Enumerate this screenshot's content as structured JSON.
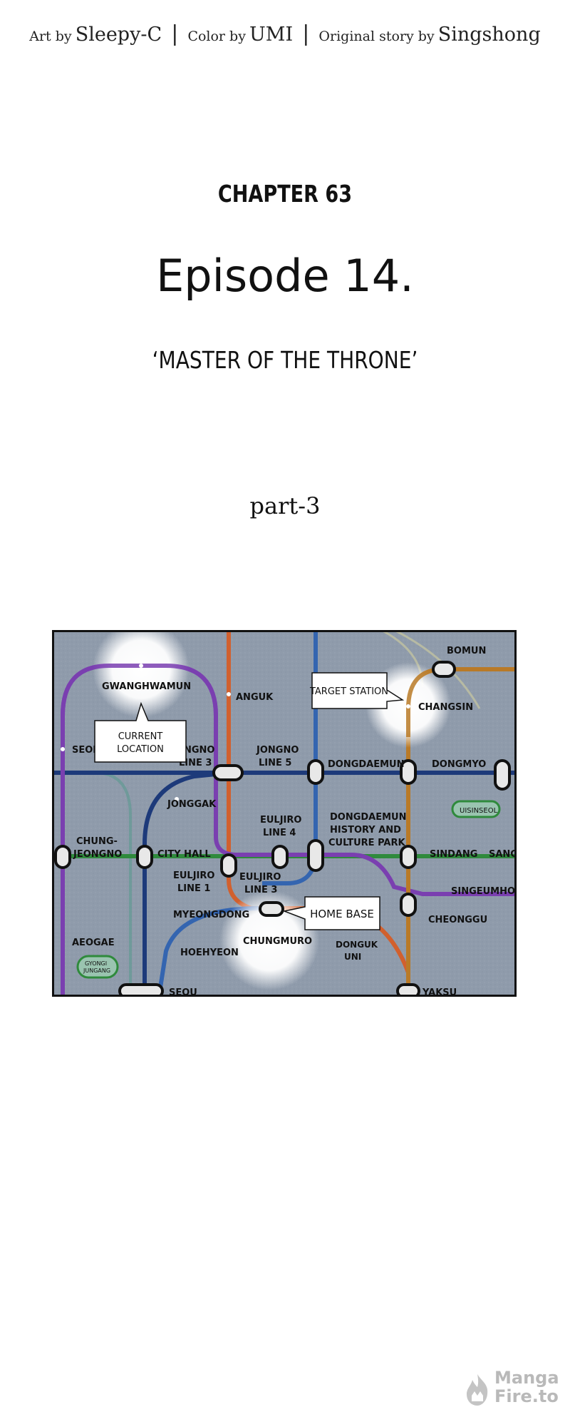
{
  "credits": {
    "art_prefix": "Art by",
    "art_name": "Sleepy-C",
    "color_prefix": "Color by",
    "color_name": "UMI",
    "story_prefix": "Original story by",
    "story_name": "Singshong",
    "separator": "|"
  },
  "chapter": "CHAPTER 63",
  "episode": "Episode 14.",
  "subtitle": "‘MASTER OF THE THRONE’",
  "part": "part-3",
  "map": {
    "stations": {
      "gwanghwamun": "GWANGHWAMUN",
      "anguk": "ANGUK",
      "bomun": "BOMUN",
      "changsin": "CHANGSIN",
      "seod": "SEOD",
      "jongno3_a": "NGNO",
      "jongno3_b": "LINE 3",
      "jongno5_a": "JONGNO",
      "jongno5_b": "LINE 5",
      "dongdaemun": "DONGDAEMUN",
      "dongmyo": "DONGMYO",
      "jonggak": "JONGGAK",
      "uisinseol": "UISINSEOL",
      "euljiro4_a": "EULJIRO",
      "euljiro4_b": "LINE 4",
      "ddp_a": "DONGDAEMUN",
      "ddp_b": "HISTORY AND",
      "ddp_c": "CULTURE PARK",
      "chungjeongno_a": "CHUNG-",
      "chungjeongno_b": "JEONGNO",
      "city_hall": "CITY HALL",
      "sindang": "SINDANG",
      "sang": "SANG",
      "euljiro1_a": "EULJIRO",
      "euljiro1_b": "LINE 1",
      "euljiro3_a": "EULJIRO",
      "euljiro3_b": "LINE 3",
      "singeumho": "SINGEUMHO",
      "myeongdong": "MYEONGDONG",
      "cheonggu": "CHEONGGU",
      "aeogae": "AEOGAE",
      "chungmuro": "CHUNGMURO",
      "hoehyeon": "HOEHYEON",
      "dongguk_a": "DONGUK",
      "dongguk_b": "UNI",
      "gyeongui_a": "GYONGI",
      "gyeongui_b": "JUNGANG",
      "seoul": "SEOU",
      "yaksu": "YAKSU"
    },
    "callouts": {
      "current_a": "CURRENT",
      "current_b": "LOCATION",
      "target": "TARGET STATION",
      "home": "HOME BASE"
    },
    "colors": {
      "background": "#8e9aaa",
      "line1": "#1d3a7a",
      "line2": "#2f8a3c",
      "line3": "#d1602e",
      "line4": "#3465b0",
      "line5": "#7a3fb0",
      "line6": "#b97a27",
      "line_gyeongui": "#5a9a8f"
    }
  },
  "watermark": {
    "line1": "Manga",
    "line2": "Fire.to"
  }
}
